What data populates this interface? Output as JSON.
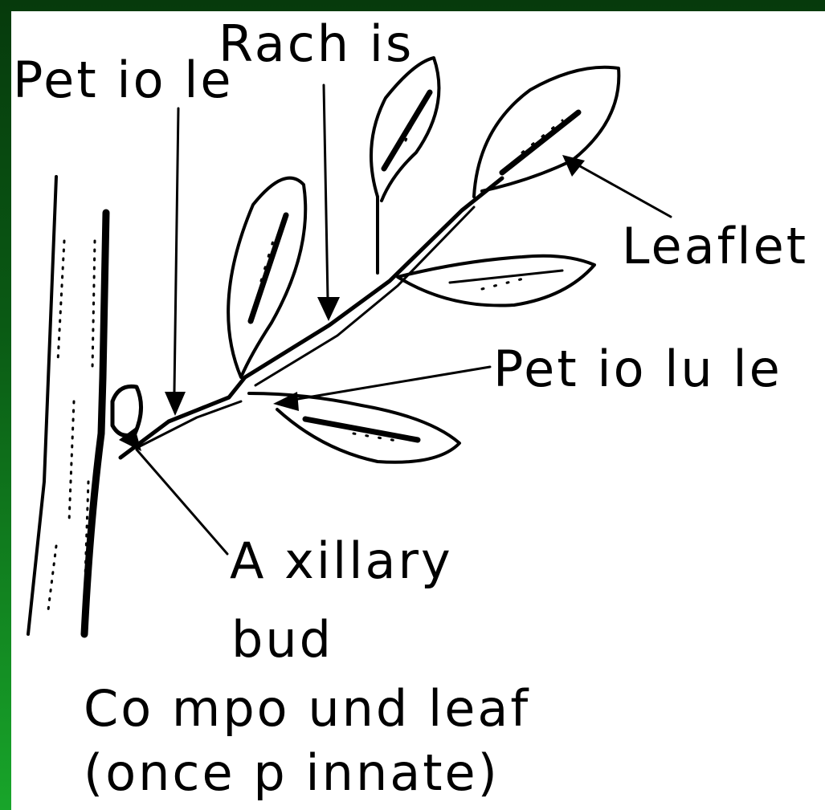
{
  "labels": {
    "petiole": "Pet io le",
    "rachis": "Rach is",
    "leaflet": "Leaflet",
    "petiolule": "Pet io lu le",
    "axillary_line1": "A xillary",
    "axillary_line2": "bud",
    "caption_line1": "Co mpo und leaf",
    "caption_line2": "(once p innate)"
  },
  "colors": {
    "frame_dark": "#063a0c",
    "frame_bright": "#18a52a",
    "background": "#ffffff",
    "ink": "#000000"
  }
}
